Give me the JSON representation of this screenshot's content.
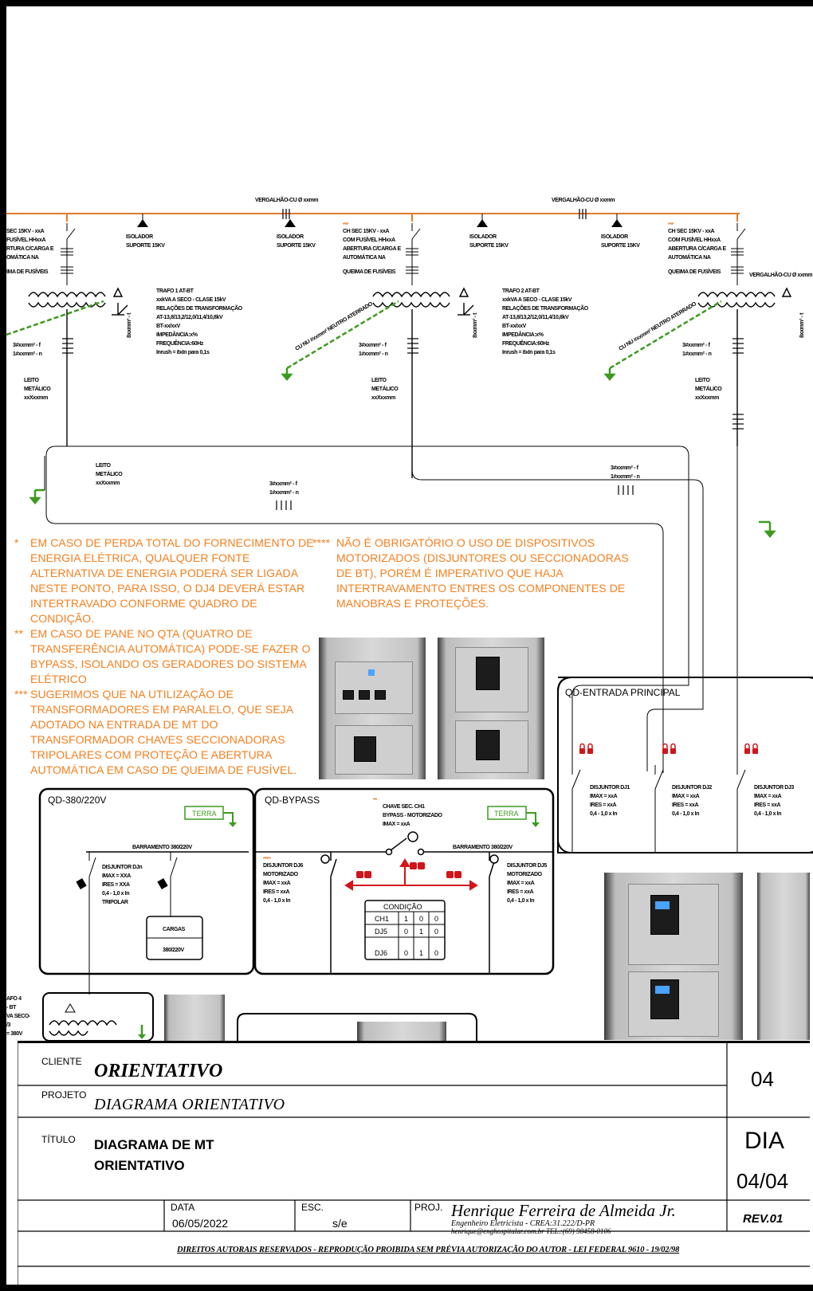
{
  "colors": {
    "mt_line": "#e07b2a",
    "ground": "#3d9a1f",
    "note_text": "#f57f1e",
    "lock": "#d0141a"
  },
  "busbar_labels": {
    "vergalhao_left": "VERGALHÃO-CU Ø xxmm",
    "vergalhao_right": "VERGALHÃO-CU Ø xxmm",
    "vergalhao_edge": "VERGALHÃO-CU Ø xxmm"
  },
  "isoladores": [
    {
      "l1": "ISOLADOR",
      "l2": "SUPORTE 15KV"
    },
    {
      "l1": "ISOLADOR",
      "l2": "SUPORTE 15KV"
    },
    {
      "l1": "ISOLADOR",
      "l2": "SUPORTE 15KV"
    },
    {
      "l1": "ISOLADOR",
      "l2": "SUPORTE 15KV"
    }
  ],
  "chaves": {
    "left": [
      "SEC 15KV - xxA",
      "FUSÍVEL HHxxA",
      "RTURA C/CARGA E",
      "OMÁTICA NA",
      "IMA DE FUSÍVEIS"
    ],
    "mid": [
      "CH SEC 15KV - xxA",
      "COM FUSÍVEL HHxxA",
      "ABERTURA C/CARGA E",
      "AUTOMÁTICA NA",
      "QUEIMA DE FUSÍVEIS"
    ],
    "right": [
      "CH SEC 15KV - xxA",
      "COM FUSÍVEL HHxxA",
      "ABERTURA C/CARGA E",
      "AUTOMÁTICA NA",
      "QUEIMA DE FUSÍVEIS"
    ],
    "stars": "***"
  },
  "trafos": [
    {
      "lines": [
        "TRAFO 1 AT-BT",
        "xxkVA A SECO - CLASE 15kV",
        "RELAÇÕES DE TRANSFORMAÇÃO",
        "AT-13,8/13,2/12,0/11,4/10,8kV",
        "BT-xx/xxV",
        "IMPEDÂNCIA:x%",
        "FREQUÊNCIA:60Hz",
        "Inrush = 8xIn para 0,1s"
      ]
    },
    {
      "lines": [
        "TRAFO 2 AT-BT",
        "xxkVA A SECO - CLASE 15kV",
        "RELAÇÕES DE TRANSFORMAÇÃO",
        "AT-13,8/13,2/12,0/11,4/10,8kV",
        "BT-xx/xxV",
        "IMPEDÂNCIA:x%",
        "FREQUÊNCIA:60Hz",
        "Inrush = 8xIn para 0,1s"
      ]
    }
  ],
  "cables": {
    "fase": "3#xxmm² - f",
    "neutro": "1#xxmm² - n",
    "short": "8xxmm² - t",
    "neutro_aterrado": "CU NU #xxmm² NEUTRO ATERRADO"
  },
  "leitos": {
    "l1": "LEITO",
    "l2": "METÁLICO",
    "l3": "xxXxxmm"
  },
  "notes": [
    {
      "mark": "*",
      "text": "EM CASO DE PERDA TOTAL DO FORNECIMENTO DE ENERGIA ELÉTRICA, QUALQUER FONTE ALTERNATIVA DE ENERGIA PODERÁ SER LIGADA NESTE PONTO, PARA ISSO, O DJ4 DEVERÁ ESTAR INTERTRAVADO CONFORME QUADRO DE CONDIÇÃO."
    },
    {
      "mark": "**",
      "text": "EM CASO DE PANE NO QTA (QUATRO DE TRANSFERÊNCIA AUTOMÁTICA) PODE-SE FAZER O BYPASS, ISOLANDO OS GERADORES DO SISTEMA ELÉTRICO"
    },
    {
      "mark": "***",
      "text": "SUGERIMOS QUE NA UTILIZAÇÃO DE TRANSFORMADORES EM PARALELO, QUE SEJA ADOTADO NA ENTRADA DE MT DO TRANSFORMADOR CHAVES  SECCIONADORAS TRIPOLARES COM PROTEÇÃO E ABERTURA AUTOMÁTICA EM CASO DE QUEIMA DE FUSÍVEL."
    },
    {
      "mark": "****",
      "text": "NÃO É OBRIGATÓRIO O USO DE DISPOSITIVOS MOTORIZADOS (DISJUNTORES OU SECCIONADORAS DE BT), PORÉM É IMPERATIVO QUE HAJA INTERTRAVAMENTO ENTRES OS COMPONENTES DE MANOBRAS E PROTEÇÕES."
    }
  ],
  "qd_entrada": {
    "title": "QD-ENTRADA PRINCIPAL",
    "disjuntores": [
      {
        "name": "DISJUNTOR DJ1",
        "l2": "IMAX = xxA",
        "l3": "IRES = xxA",
        "l4": "0,4 - 1,0 x In"
      },
      {
        "name": "DISJUNTOR DJ2",
        "l2": "IMAX = xxA",
        "l3": "IRES = xxA",
        "l4": "0,4 - 1,0 x In"
      },
      {
        "name": "DISJUNTOR DJ3",
        "l2": "IMAX = xxA",
        "l3": "IRES = xxA",
        "l4": "0,4 - 1,0 x In"
      }
    ]
  },
  "qd_380": {
    "title": "QD-380/220V",
    "terra": "TERRA",
    "barramento": "BARRAMENTO 380/220V",
    "disjuntor": [
      "DISJUNTOR  DJn",
      "IMAX = XXA",
      "IRES = XXA",
      "0,4 - 1,0 x In",
      "TRIPOLAR"
    ],
    "cargas": "CARGAS",
    "cargas_v": "380/220V"
  },
  "qd_bypass": {
    "title": "QD-BYPASS",
    "terra": "TERRA",
    "barramento": "BARRAMENTO 380/220V",
    "chave": [
      "CHAVE SEC. CH1",
      "BYPASS - MOTORIZADO",
      "IMAX = xxA"
    ],
    "chave_mark": "**",
    "dj_mark": "****",
    "dj6": [
      "DISJUNTOR DJ6",
      "MOTORIZADO",
      "IMAX = xxA",
      "IRES = xxA",
      "0,4 - 1,0 x In"
    ],
    "dj5": [
      "DISJUNTOR DJ5",
      "MOTORIZADO",
      "IMAX = xxA",
      "IRES = xxA",
      "0,4 - 1,0 x In"
    ],
    "tabela": {
      "header": "CONDIÇÃO",
      "rows": [
        [
          "CH1",
          "1",
          "0",
          "0"
        ],
        [
          "DJ5",
          "0",
          "1",
          "0"
        ],
        [
          "DJ6",
          "0",
          "1",
          "0"
        ]
      ]
    }
  },
  "trafo4": [
    "AFO 4",
    "- BT",
    "VA SECO-",
    "/3",
    "= 380V"
  ],
  "titleblock": {
    "cliente_label": "CLIENTE",
    "cliente": "ORIENTATIVO",
    "projeto_label": "PROJETO",
    "projeto": "DIAGRAMA ORIENTATIVO",
    "titulo_label": "TÍTULO",
    "titulo_1": "DIAGRAMA DE MT",
    "titulo_2": "ORIENTATIVO",
    "folha": "04",
    "tipo": "DIA",
    "pagina": "04/04",
    "data_label": "DATA",
    "data": "06/05/2022",
    "esc_label": "ESC.",
    "esc": "s/e",
    "proj_label": "PROJ.",
    "autor": "Henrique Ferreira de Almeida Jr.",
    "autor_cargo": "Engenheiro Eletricista - CREA:31.222/D-PR",
    "autor_contato": "henrique@enghospitalar.com.br        TEL.:(69) 98458-0106",
    "rev": "REV.01",
    "direitos": "DIREITOS AUTORAIS RESERVADOS - REPRODUÇÃO PROIBIDA SEM PRÉVIA AUTORIZAÇÃO DO AUTOR  -  LEI FEDERAL  9610 - 19/02/98"
  }
}
